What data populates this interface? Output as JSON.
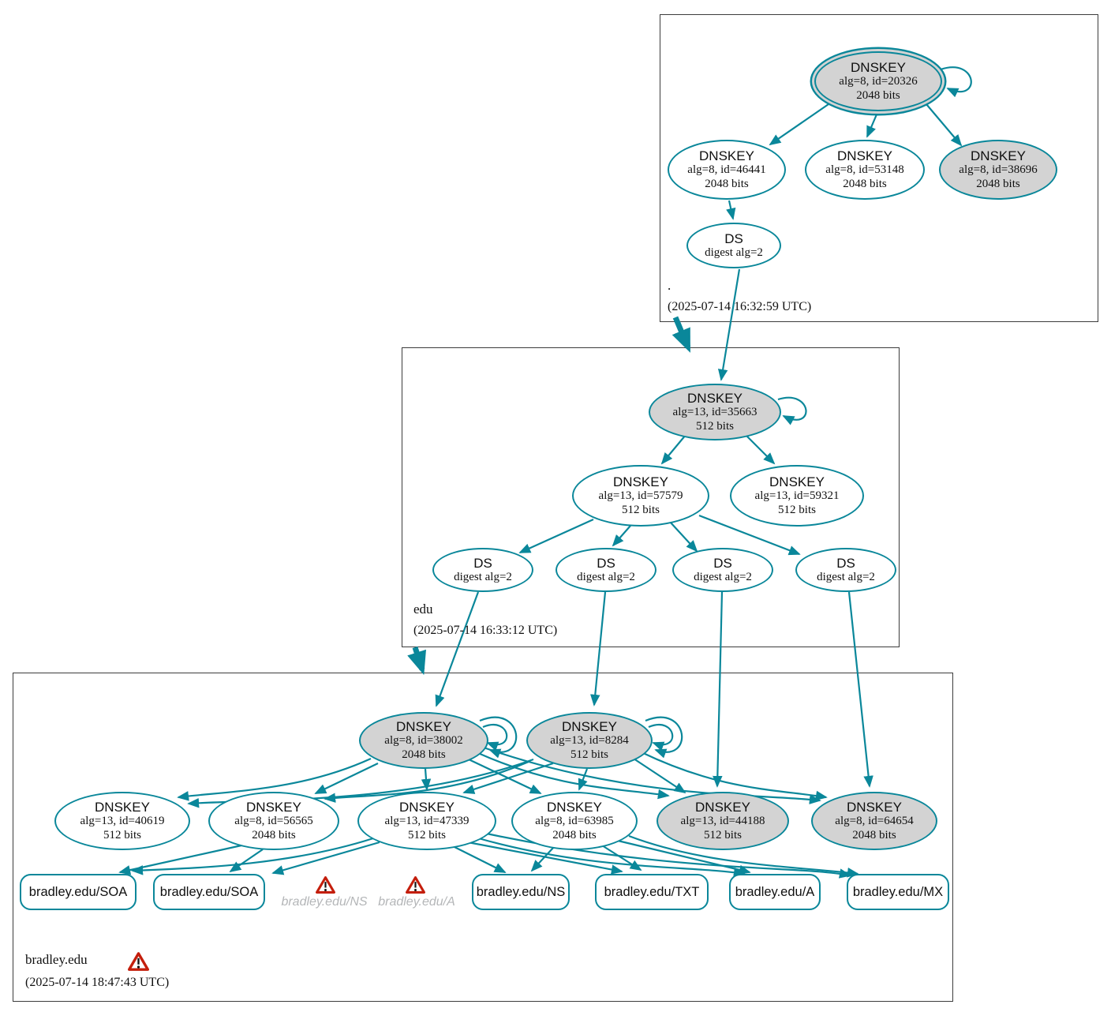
{
  "colors": {
    "accent": "#0a879a",
    "secure_key_fill": "#d3d3d3",
    "warning_red": "#c41e0c",
    "ghost_text": "#b4b6b8"
  },
  "zones": {
    "root": {
      "label": ".",
      "timestamp": "(2025-07-14 16:32:59 UTC)",
      "keys": {
        "k20326": {
          "title": "DNSKEY",
          "alg": "alg=8, id=20326",
          "bits": "2048 bits"
        },
        "k46441": {
          "title": "DNSKEY",
          "alg": "alg=8, id=46441",
          "bits": "2048 bits"
        },
        "k53148": {
          "title": "DNSKEY",
          "alg": "alg=8, id=53148",
          "bits": "2048 bits"
        },
        "k38696": {
          "title": "DNSKEY",
          "alg": "alg=8, id=38696",
          "bits": "2048 bits"
        },
        "ds": {
          "title": "DS",
          "detail": "digest alg=2"
        }
      }
    },
    "edu": {
      "label": "edu",
      "timestamp": "(2025-07-14 16:33:12 UTC)",
      "keys": {
        "k35663": {
          "title": "DNSKEY",
          "alg": "alg=13, id=35663",
          "bits": "512 bits"
        },
        "k57579": {
          "title": "DNSKEY",
          "alg": "alg=13, id=57579",
          "bits": "512 bits"
        },
        "k59321": {
          "title": "DNSKEY",
          "alg": "alg=13, id=59321",
          "bits": "512 bits"
        },
        "ds1": {
          "title": "DS",
          "detail": "digest alg=2"
        },
        "ds2": {
          "title": "DS",
          "detail": "digest alg=2"
        },
        "ds3": {
          "title": "DS",
          "detail": "digest alg=2"
        },
        "ds4": {
          "title": "DS",
          "detail": "digest alg=2"
        }
      }
    },
    "bradley": {
      "label": "bradley.edu",
      "timestamp": "(2025-07-14 18:47:43 UTC)",
      "has_warning": true,
      "keys": {
        "k38002": {
          "title": "DNSKEY",
          "alg": "alg=8, id=38002",
          "bits": "2048 bits"
        },
        "k8284": {
          "title": "DNSKEY",
          "alg": "alg=13, id=8284",
          "bits": "512 bits"
        },
        "k40619": {
          "title": "DNSKEY",
          "alg": "alg=13, id=40619",
          "bits": "512 bits"
        },
        "k56565": {
          "title": "DNSKEY",
          "alg": "alg=8, id=56565",
          "bits": "2048 bits"
        },
        "k47339": {
          "title": "DNSKEY",
          "alg": "alg=13, id=47339",
          "bits": "512 bits"
        },
        "k63985": {
          "title": "DNSKEY",
          "alg": "alg=8, id=63985",
          "bits": "2048 bits"
        },
        "k44188": {
          "title": "DNSKEY",
          "alg": "alg=13, id=44188",
          "bits": "512 bits"
        },
        "k64654": {
          "title": "DNSKEY",
          "alg": "alg=8, id=64654",
          "bits": "2048 bits"
        }
      },
      "rrsets": {
        "soa1": "bradley.edu/SOA",
        "soa2": "bradley.edu/SOA",
        "ns_warning": "bradley.edu/NS",
        "a_warning": "bradley.edu/A",
        "ns": "bradley.edu/NS",
        "txt": "bradley.edu/TXT",
        "a": "bradley.edu/A",
        "mx": "bradley.edu/MX"
      }
    }
  }
}
